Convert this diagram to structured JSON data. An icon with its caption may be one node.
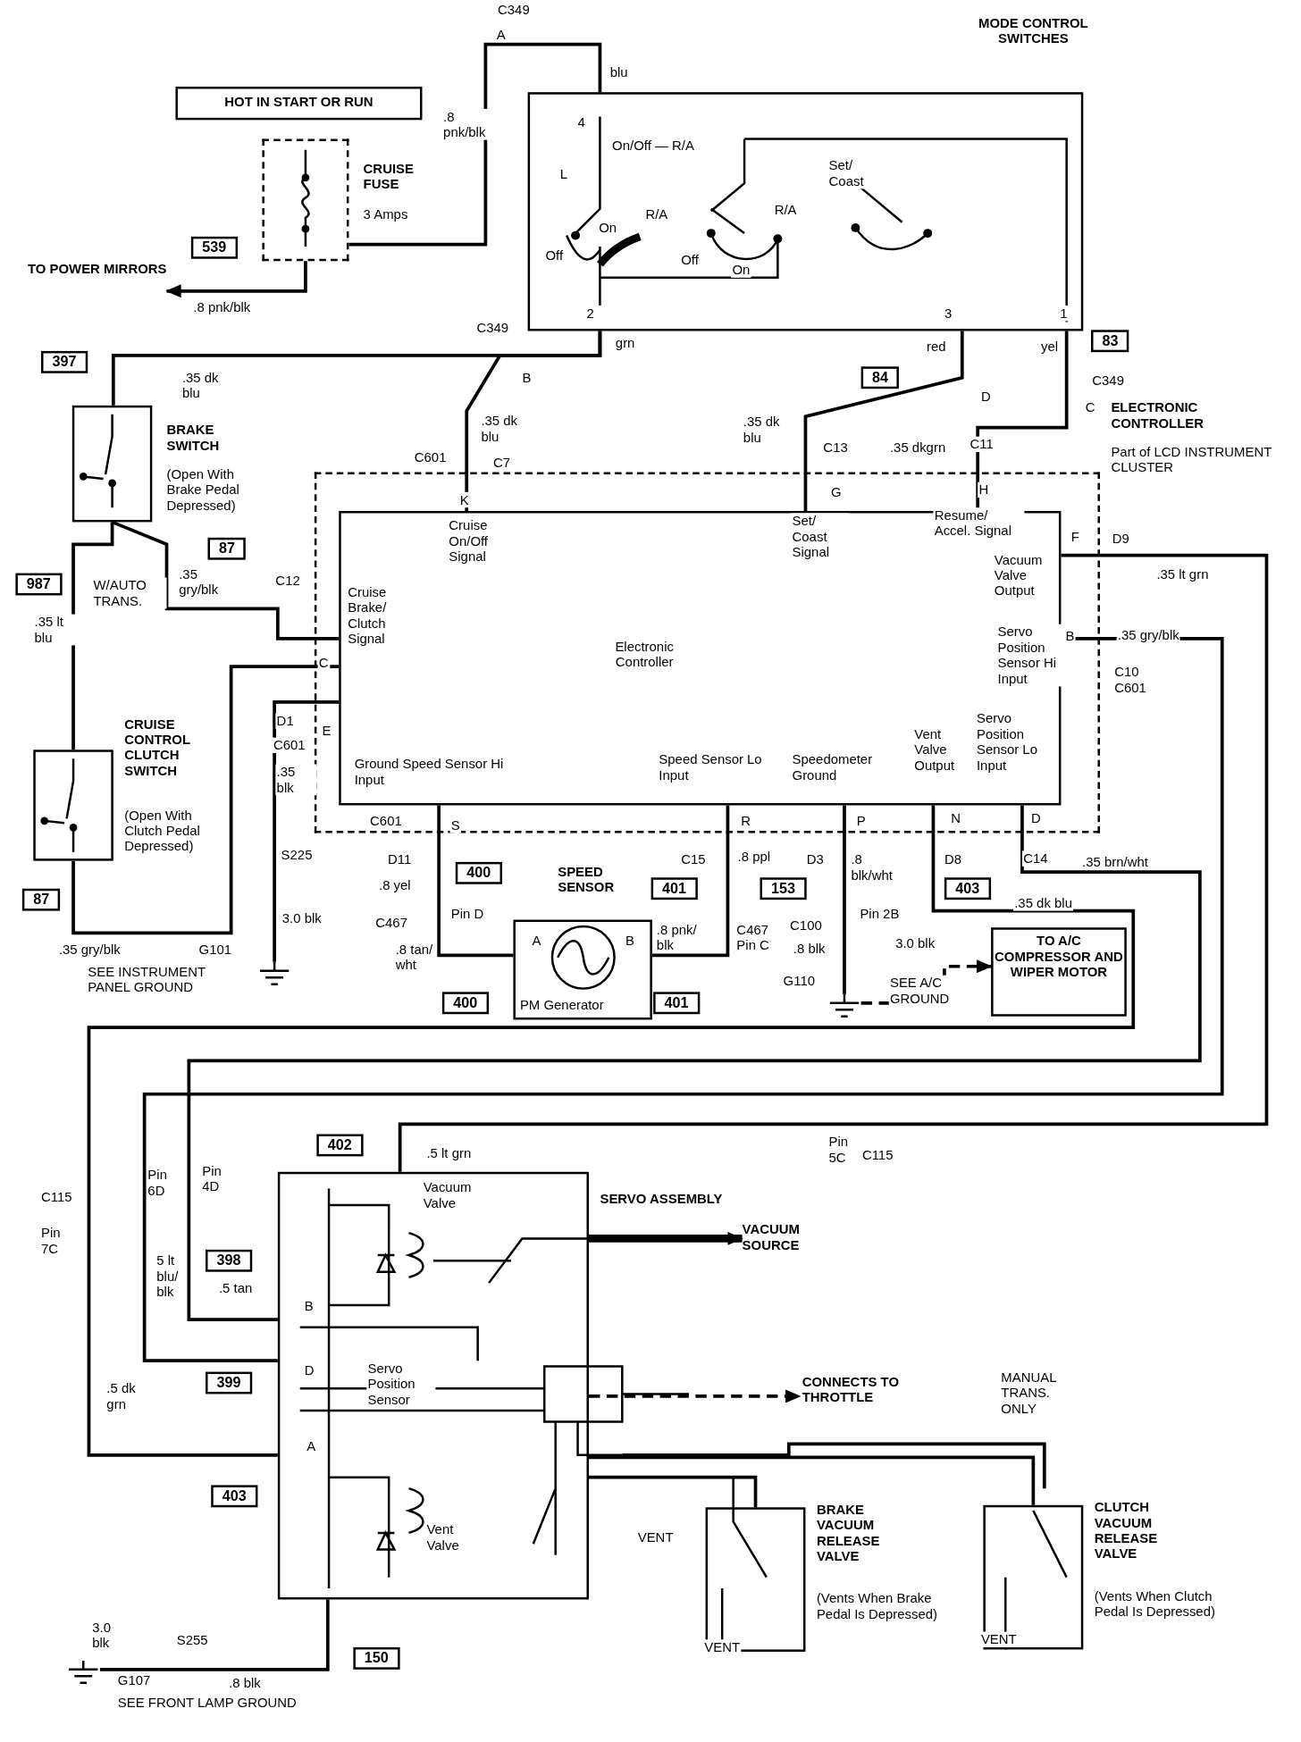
{
  "diagram": {
    "nodes": [
      {
        "text": [
          "HOT IN START OR RUN"
        ]
      },
      {
        "text": [
          "CRUISE FUSE",
          "3 Amps"
        ]
      },
      {
        "text": [
          "MODE CONTROL SWITCHES"
        ]
      },
      {
        "text": [
          "BRAKE SWITCH",
          "(Open With Brake Pedal Depressed)"
        ]
      },
      {
        "text": [
          "CRUISE CONTROL CLUTCH SWITCH",
          "(Open With Clutch Pedal Depressed)"
        ]
      },
      {
        "text": [
          "ELECTRONIC CONTROLLER",
          "Part of LCD INSTRUMENT CLUSTER"
        ]
      },
      {
        "text": [
          "Electronic Controller"
        ],
        "in": 5
      },
      {
        "text": [
          "SPEED SENSOR",
          "PM Generator"
        ]
      },
      {
        "text": [
          "SERVO ASSEMBLY"
        ]
      },
      {
        "text": [
          "BRAKE VACUUM RELEASE VALVE",
          "(Vents When Brake Pedal Is Depressed)"
        ]
      },
      {
        "text": [
          "CLUTCH VACUUM RELEASE VALVE",
          "(Vents When Clutch Pedal Is Depressed)"
        ]
      },
      {
        "text": [
          "TO POWER MIRRORS"
        ]
      },
      {
        "text": [
          "TO A/C COMPRESSOR AND WIPER MOTOR"
        ]
      },
      {
        "text": [
          "VACUUM SOURCE"
        ]
      },
      {
        "text": [
          "CONNECTS TO THROTTLE"
        ]
      },
      {
        "text": [],
        "shape": "ground"
      },
      {
        "text": [],
        "shape": "ground"
      },
      {
        "text": [],
        "shape": "ground"
      }
    ],
    "edges": [
      {
        "from": 1,
        "to": 11,
        "arrow": "to"
      },
      {
        "from": 1,
        "to": 2,
        "arrow": "none"
      },
      {
        "from": 2,
        "to": 3,
        "arrow": "none"
      },
      {
        "from": 2,
        "to": 6,
        "arrow": "none"
      },
      {
        "from": 2,
        "to": 6,
        "arrow": "none"
      },
      {
        "from": 2,
        "to": 6,
        "arrow": "none"
      },
      {
        "from": 3,
        "to": 4,
        "arrow": "none"
      },
      {
        "from": 3,
        "to": 6,
        "arrow": "none"
      },
      {
        "from": 4,
        "to": 6,
        "arrow": "none"
      },
      {
        "from": 6,
        "to": 15,
        "arrow": "none"
      },
      {
        "from": 6,
        "to": 7,
        "arrow": "none"
      },
      {
        "from": 6,
        "to": 7,
        "arrow": "none"
      },
      {
        "from": 6,
        "to": 16,
        "arrow": "none"
      },
      {
        "from": 6,
        "to": 8,
        "arrow": "none"
      },
      {
        "from": 6,
        "to": 8,
        "arrow": "none"
      },
      {
        "from": 6,
        "to": 8,
        "arrow": "none"
      },
      {
        "from": 6,
        "to": 8,
        "arrow": "none"
      },
      {
        "from": 16,
        "to": 12,
        "arrow": "to",
        "style": "dashed"
      },
      {
        "from": 8,
        "to": 17,
        "arrow": "none"
      },
      {
        "from": 8,
        "to": 13,
        "arrow": "to",
        "style": "thick"
      },
      {
        "from": 8,
        "to": 14,
        "arrow": "to",
        "style": "dashed"
      },
      {
        "from": 8,
        "to": 9,
        "arrow": "none"
      },
      {
        "from": 8,
        "to": 10,
        "arrow": "none"
      }
    ],
    "labels": [
      "C349",
      "A",
      "blu",
      ".8 pnk/blk",
      "4",
      "On/Off — R/A",
      "L",
      "Set/ Coast",
      "R/A",
      "On",
      "R/A",
      "Off",
      "Off",
      "On",
      "539",
      ".8 pnk/blk",
      "2",
      "3",
      "1",
      "C349",
      "grn",
      "red",
      "yel",
      "83",
      "397",
      ".35 dk blu",
      "B",
      "84",
      "D",
      "C349",
      "C",
      ".35 dk blu",
      ".35 dk blu",
      "C13",
      ".35 dkgrn",
      "C11",
      "C601",
      "C7",
      "K",
      "G",
      "H",
      "Cruise On/Off Signal",
      "Set/ Coast Signal",
      "Resume/ Accel. Signal",
      "F",
      "D9",
      "Vacuum Valve Output",
      "87",
      "W/AUTO TRANS.",
      ".35 gry/blk",
      ".35 lt grn",
      "987",
      "C12",
      "Cruise Brake/ Clutch Signal",
      ".35 lt blu",
      "B",
      ".35 gry/blk",
      "Servo Position Sensor Hi Input",
      "C",
      "C10 C601",
      "D1",
      "E",
      "C601",
      "Vent Valve Output",
      "Servo Position Sensor Lo Input",
      "Ground Speed Sensor Hi Input",
      "Speed Sensor Lo Input",
      "Speedometer Ground",
      ".35 blk",
      "C601",
      "S",
      "R",
      "P",
      "N",
      "D",
      "S225",
      "D11",
      "C15",
      ".8 ppl",
      "D3",
      ".8 blk/wht",
      "D8",
      "C14",
      ".35 brn/wht",
      "87",
      ".8 yel",
      "400",
      "401",
      "153",
      "403",
      ".35 dk blu",
      "3.0 blk",
      "C467",
      "Pin D",
      ".8 pnk/ blk",
      "C467 Pin C",
      "C100",
      "Pin 2B",
      ".35 gry/blk",
      "G101",
      ".8 tan/ wht",
      "A",
      "B",
      ".8 blk",
      "3.0 blk",
      "SEE INSTRUMENT PANEL GROUND",
      "G110",
      "SEE A/C GROUND",
      "400",
      "401",
      "402",
      "Pin 5C",
      "C115",
      ".5 lt grn",
      "Pin 6D",
      "Pin 4D",
      "Vacuum Valve",
      "C115",
      "Pin 7C",
      "398",
      "5 lt blu/ blk",
      ".5 tan",
      "B",
      ".5 dk grn",
      "399",
      "D",
      "Servo Position Sensor",
      "MANUAL TRANS. ONLY",
      "A",
      "403",
      "Vent Valve",
      "VENT",
      "3.0 blk",
      "S255",
      "VENT",
      "VENT",
      "150",
      "G107",
      ".8 blk",
      "SEE FRONT LAMP GROUND"
    ]
  }
}
